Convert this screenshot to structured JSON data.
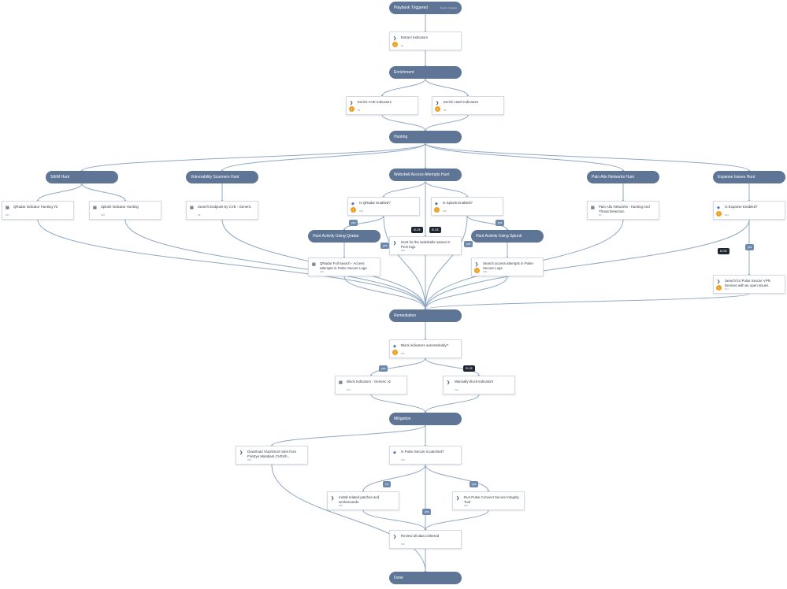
{
  "colors": {
    "section_fill": "#5f7596",
    "edge": "#8fa8c4",
    "badge": "#f0a020",
    "label_blue": "#6e89ad",
    "label_dark": "#1e2731"
  },
  "sections": [
    {
      "id": "trigger",
      "label": "Playbook Triggered",
      "sub": "Inputs / Outputs"
    },
    {
      "id": "enrichment",
      "label": "Enrichment"
    },
    {
      "id": "hunting",
      "label": "Hunting"
    },
    {
      "id": "siem_hunt",
      "label": "SIEM Hunt"
    },
    {
      "id": "vuln_hunt",
      "label": "Vulnerability Scanners Hunt"
    },
    {
      "id": "webshell_hunt",
      "label": "Webshell Access Attempts Hunt"
    },
    {
      "id": "palo_hunt",
      "label": "Palo Alto Networks Hunt"
    },
    {
      "id": "expanse_hunt",
      "label": "Expanse Issues Hunt"
    },
    {
      "id": "qradar_activity",
      "label": "Hunt Activity Using Qradar"
    },
    {
      "id": "splunk_activity",
      "label": "Hunt Activity Using Splunk"
    },
    {
      "id": "remediation",
      "label": "Remediation"
    },
    {
      "id": "mitigation",
      "label": "Mitigation"
    },
    {
      "id": "done",
      "label": "Done"
    }
  ],
  "tasks": [
    {
      "id": "extract",
      "title": "Extract Indicators",
      "sub": "#2",
      "icon": "arrow",
      "badge": true
    },
    {
      "id": "enrich_cve",
      "title": "Enrich CVE Indicators",
      "sub": "#5",
      "icon": "arrow",
      "badge": true
    },
    {
      "id": "enrich_hash",
      "title": "Enrich Hash Indicators",
      "sub": "#6",
      "icon": "arrow",
      "badge": true
    },
    {
      "id": "qradar_hunt",
      "title": "QRadar Indicator Hunting V2",
      "sub": "#27",
      "icon": "book",
      "badge": false
    },
    {
      "id": "splunk_hunt",
      "title": "Splunk Indicator Hunting",
      "sub": "#28",
      "icon": "book",
      "badge": false
    },
    {
      "id": "search_endpoint",
      "title": "Search Endpoint by CVE - Generic",
      "sub": "#8",
      "icon": "book",
      "badge": false
    },
    {
      "id": "is_qradar",
      "title": "Is QRadar Enabled?",
      "sub": "#10",
      "icon": "diamond",
      "badge": true
    },
    {
      "id": "is_splunk",
      "title": "Is Splunk Enabled?",
      "sub": "#29",
      "icon": "diamond",
      "badge": true
    },
    {
      "id": "hunt_webshells",
      "title": "Hunt for the webshells names in PCS logs",
      "sub": "#20",
      "icon": "arrow",
      "badge": false
    },
    {
      "id": "qradar_search",
      "title": "QRadar Full Search - Access attempts in Pulse Secure Logs",
      "sub": "#19",
      "icon": "book",
      "badge": false
    },
    {
      "id": "splunk_search",
      "title": "Search access attempts in Pulse Secure Logs",
      "sub": "#18",
      "icon": "arrow",
      "badge": true
    },
    {
      "id": "palo_hunting",
      "title": "Palo Alto Networks - Hunting And Threat Detection",
      "sub": "#9",
      "icon": "book",
      "badge": false
    },
    {
      "id": "is_expanse",
      "title": "Is Expanse Enabled?",
      "sub": "#22",
      "icon": "diamond",
      "badge": true
    },
    {
      "id": "search_vpn",
      "title": "Search for Pulse Secure VPN Devices with an open issues",
      "sub": "#21",
      "icon": "arrow",
      "badge": true
    },
    {
      "id": "block_auto",
      "title": "Block indicators automatically?",
      "sub": "#11",
      "icon": "diamond",
      "badge": true
    },
    {
      "id": "block_generic",
      "title": "Block Indicators - Generic v2",
      "sub": "#13",
      "icon": "book",
      "badge": false
    },
    {
      "id": "manual_block",
      "title": "Manually block indicators",
      "sub": "#14",
      "icon": "arrow",
      "badge": false
    },
    {
      "id": "download_yara",
      "title": "Download Yara/Snort rules from FireEye Mandiant CVEs/h...",
      "sub": "#24",
      "icon": "arrow",
      "badge": false
    },
    {
      "id": "is_patched",
      "title": "Is Pulse Secure is patched?",
      "sub": "#25",
      "icon": "diamond",
      "badge": false
    },
    {
      "id": "install_patch",
      "title": "Install related patches and workarounds",
      "sub": "#26",
      "icon": "arrow",
      "badge": false
    },
    {
      "id": "integrity_tool",
      "title": "Run Pulse Connect Secure Integrity Tool",
      "sub": "#23",
      "icon": "arrow",
      "badge": false
    },
    {
      "id": "review",
      "title": "Review all data collected",
      "sub": "#12",
      "icon": "arrow",
      "badge": false
    }
  ],
  "edge_labels": [
    {
      "id": "l1",
      "text": "yes",
      "style": "blue"
    },
    {
      "id": "l2",
      "text": "ELSE",
      "style": "dark"
    },
    {
      "id": "l3",
      "text": "ELSE",
      "style": "dark"
    },
    {
      "id": "l4",
      "text": "yes",
      "style": "blue"
    },
    {
      "id": "l5",
      "text": "yes",
      "style": "blue"
    },
    {
      "id": "l6",
      "text": "yes",
      "style": "blue"
    },
    {
      "id": "l7",
      "text": "ELSE",
      "style": "dark"
    },
    {
      "id": "l8",
      "text": "yes",
      "style": "blue"
    },
    {
      "id": "l9",
      "text": "yes",
      "style": "blue"
    },
    {
      "id": "l10",
      "text": "ELSE",
      "style": "dark"
    },
    {
      "id": "l11",
      "text": "no",
      "style": "blue"
    },
    {
      "id": "l12",
      "text": "yes",
      "style": "blue"
    },
    {
      "id": "l13",
      "text": "yes",
      "style": "blue"
    }
  ],
  "edges": [
    [
      "trigger",
      "extract"
    ],
    [
      "extract",
      "enrichment"
    ],
    [
      "enrichment",
      "enrich_cve"
    ],
    [
      "enrichment",
      "enrich_hash"
    ],
    [
      "enrich_cve",
      "hunting"
    ],
    [
      "enrich_hash",
      "hunting"
    ],
    [
      "hunting",
      "siem_hunt"
    ],
    [
      "hunting",
      "vuln_hunt"
    ],
    [
      "hunting",
      "webshell_hunt"
    ],
    [
      "hunting",
      "palo_hunt"
    ],
    [
      "hunting",
      "expanse_hunt"
    ],
    [
      "siem_hunt",
      "qradar_hunt"
    ],
    [
      "siem_hunt",
      "splunk_hunt"
    ],
    [
      "vuln_hunt",
      "search_endpoint"
    ],
    [
      "webshell_hunt",
      "is_qradar"
    ],
    [
      "webshell_hunt",
      "is_splunk"
    ],
    [
      "webshell_hunt",
      "hunt_webshells"
    ],
    [
      "is_qradar",
      "qradar_activity"
    ],
    [
      "is_splunk",
      "splunk_activity"
    ],
    [
      "qradar_activity",
      "qradar_search"
    ],
    [
      "splunk_activity",
      "splunk_search"
    ],
    [
      "palo_hunt",
      "palo_hunting"
    ],
    [
      "expanse_hunt",
      "is_expanse"
    ],
    [
      "is_expanse",
      "search_vpn"
    ],
    [
      "qradar_hunt",
      "remediation"
    ],
    [
      "splunk_hunt",
      "remediation"
    ],
    [
      "search_endpoint",
      "remediation"
    ],
    [
      "hunt_webshells",
      "remediation"
    ],
    [
      "qradar_search",
      "remediation"
    ],
    [
      "splunk_search",
      "remediation"
    ],
    [
      "is_qradar",
      "remediation"
    ],
    [
      "is_splunk",
      "remediation"
    ],
    [
      "palo_hunting",
      "remediation"
    ],
    [
      "is_expanse",
      "remediation"
    ],
    [
      "search_vpn",
      "remediation"
    ],
    [
      "remediation",
      "block_auto"
    ],
    [
      "block_auto",
      "block_generic"
    ],
    [
      "block_auto",
      "manual_block"
    ],
    [
      "block_generic",
      "mitigation"
    ],
    [
      "manual_block",
      "mitigation"
    ],
    [
      "mitigation",
      "download_yara"
    ],
    [
      "mitigation",
      "is_patched"
    ],
    [
      "is_patched",
      "install_patch"
    ],
    [
      "is_patched",
      "integrity_tool"
    ],
    [
      "is_patched",
      "review"
    ],
    [
      "install_patch",
      "review"
    ],
    [
      "integrity_tool",
      "review"
    ],
    [
      "review",
      "done"
    ],
    [
      "download_yara",
      "done"
    ]
  ]
}
